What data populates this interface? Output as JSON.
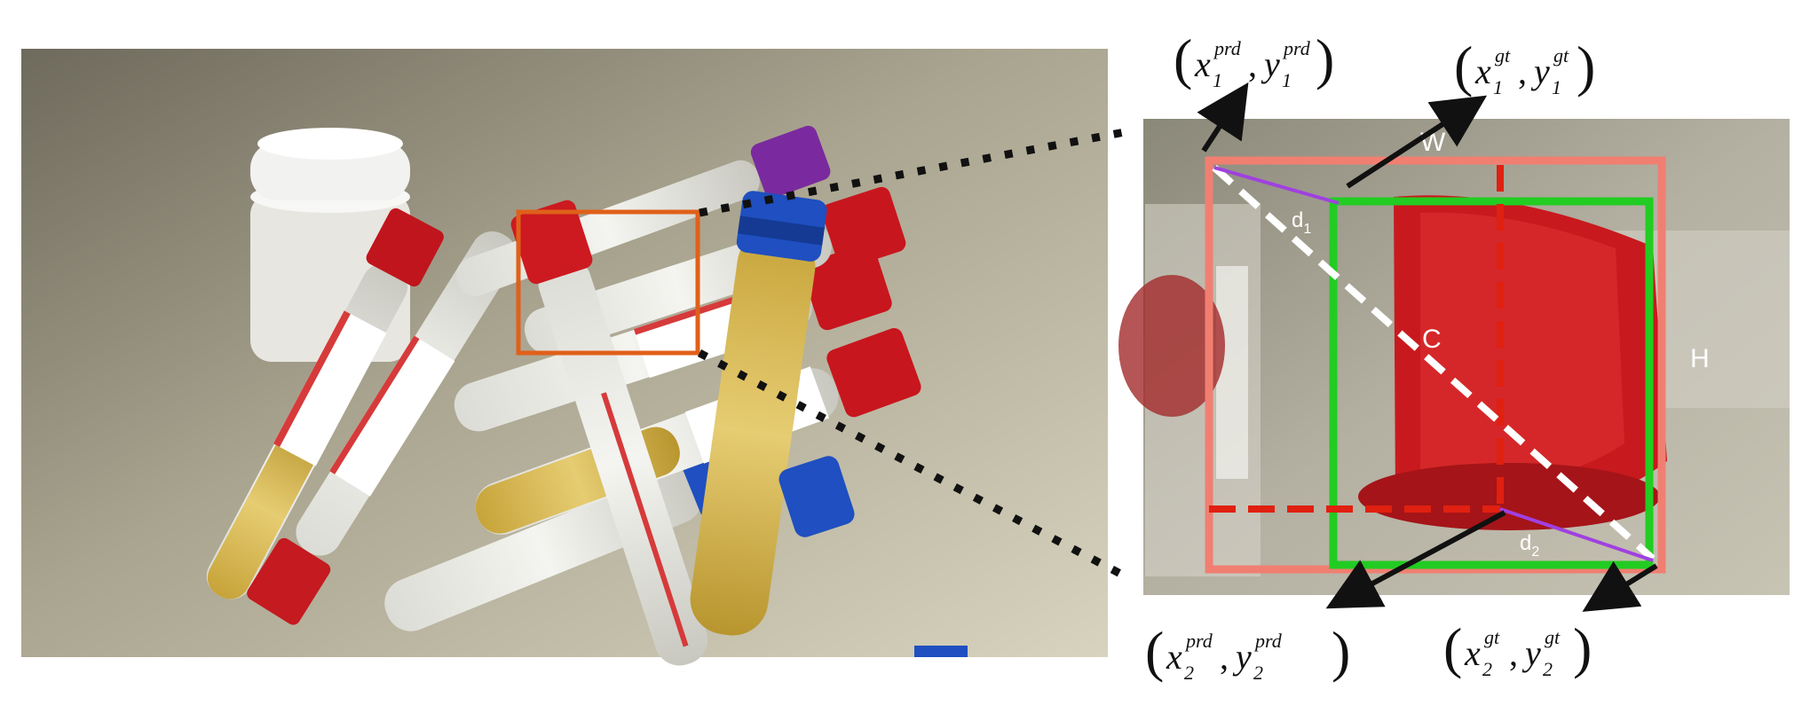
{
  "labels": {
    "width": "W",
    "height": "H",
    "center": "C",
    "d1": "d",
    "d1_sub": "1",
    "d2": "d",
    "d2_sub": "2"
  },
  "corners": {
    "pred_top_left": {
      "x": "x",
      "y": "y",
      "sub": "1",
      "sup": "prd"
    },
    "gt_top_left": {
      "x": "x",
      "y": "y",
      "sub": "1",
      "sup": "gt"
    },
    "pred_bottom_right": {
      "x": "x",
      "y": "y",
      "sub": "2",
      "sup": "prd"
    },
    "gt_bottom_right": {
      "x": "x",
      "y": "y",
      "sub": "2",
      "sup": "gt"
    }
  },
  "colors": {
    "roi_box": "#e0601a",
    "pred_box": "#f07f72",
    "gt_box": "#22cc22",
    "center_dash": "#e02010",
    "diagonal": "#ffffff",
    "distance": "#a040e0",
    "arrow": "#111111"
  }
}
